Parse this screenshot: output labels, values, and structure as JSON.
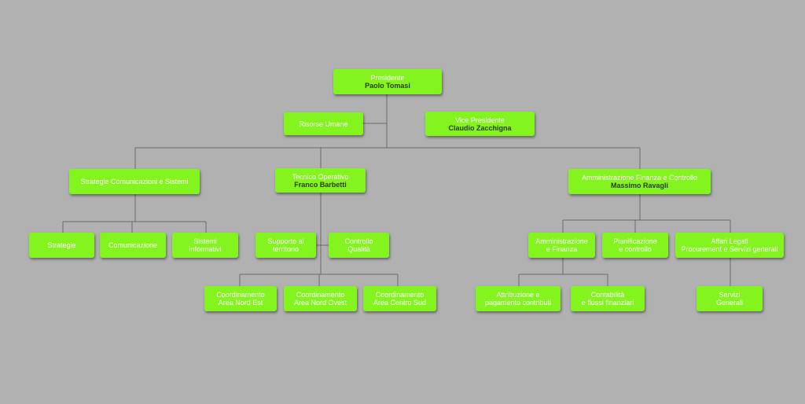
{
  "colors": {
    "background": "#b1b1b1",
    "box": "#84f41f",
    "line": "#6a6a6a",
    "title_text": "#ffffff",
    "name_text": "#2d3a10"
  },
  "org": {
    "presidente": {
      "title": "Presidente",
      "name": "Paolo Tomasi"
    },
    "risorse_umane": {
      "title": "Risorse Umane"
    },
    "vice_presidente": {
      "title": "Vice Presidente",
      "name": "Claudio Zacchigna"
    },
    "strategie_comunicazioni_sistemi": {
      "title": "Strategie Comunicazioni e Sistemi"
    },
    "tecnico_operativo": {
      "title": "Tecnico Operativo",
      "name": "Franco Barbetti"
    },
    "amministrazione_finanza_controllo": {
      "title": "Amministrazione Finanza e Controllo",
      "name": "Massimo Ravagli"
    },
    "strategie": {
      "title": "Strategie"
    },
    "comunicazione": {
      "title": "Comunicazione"
    },
    "sistemi_informativi": {
      "title_1": "Sistemi",
      "title_2": "informativi"
    },
    "supporto_territorio": {
      "title_1": "Supporto al",
      "title_2": "territorio"
    },
    "controllo_qualita": {
      "title_1": "Controllo",
      "title_2": "Qualità"
    },
    "coord_nord_est": {
      "title_1": "Coordinamento",
      "title_2": "Area Nord Est"
    },
    "coord_nord_ovest": {
      "title_1": "Coordinamento",
      "title_2": "Area Nord Ovest"
    },
    "coord_centro_sud": {
      "title_1": "Coordinamento",
      "title_2": "Area Centro Sud"
    },
    "amministrazione_finanza": {
      "title_1": "Amministrazione",
      "title_2": "e Finanza"
    },
    "pianificazione_controllo": {
      "title_1": "Pianificazione",
      "title_2": "e controllo"
    },
    "affari_legali": {
      "title_1": "Affari Legali",
      "title_2": "Procurement e Servizi generali"
    },
    "attribuzione_contributi": {
      "title_1": "Attribuzione e",
      "title_2": "pagamento contributi"
    },
    "contabilita_flussi": {
      "title_1": "Contabilità",
      "title_2": "e flussi finanziari"
    },
    "servizi_generali": {
      "title_1": "Servizi",
      "title_2": "Generali"
    }
  }
}
